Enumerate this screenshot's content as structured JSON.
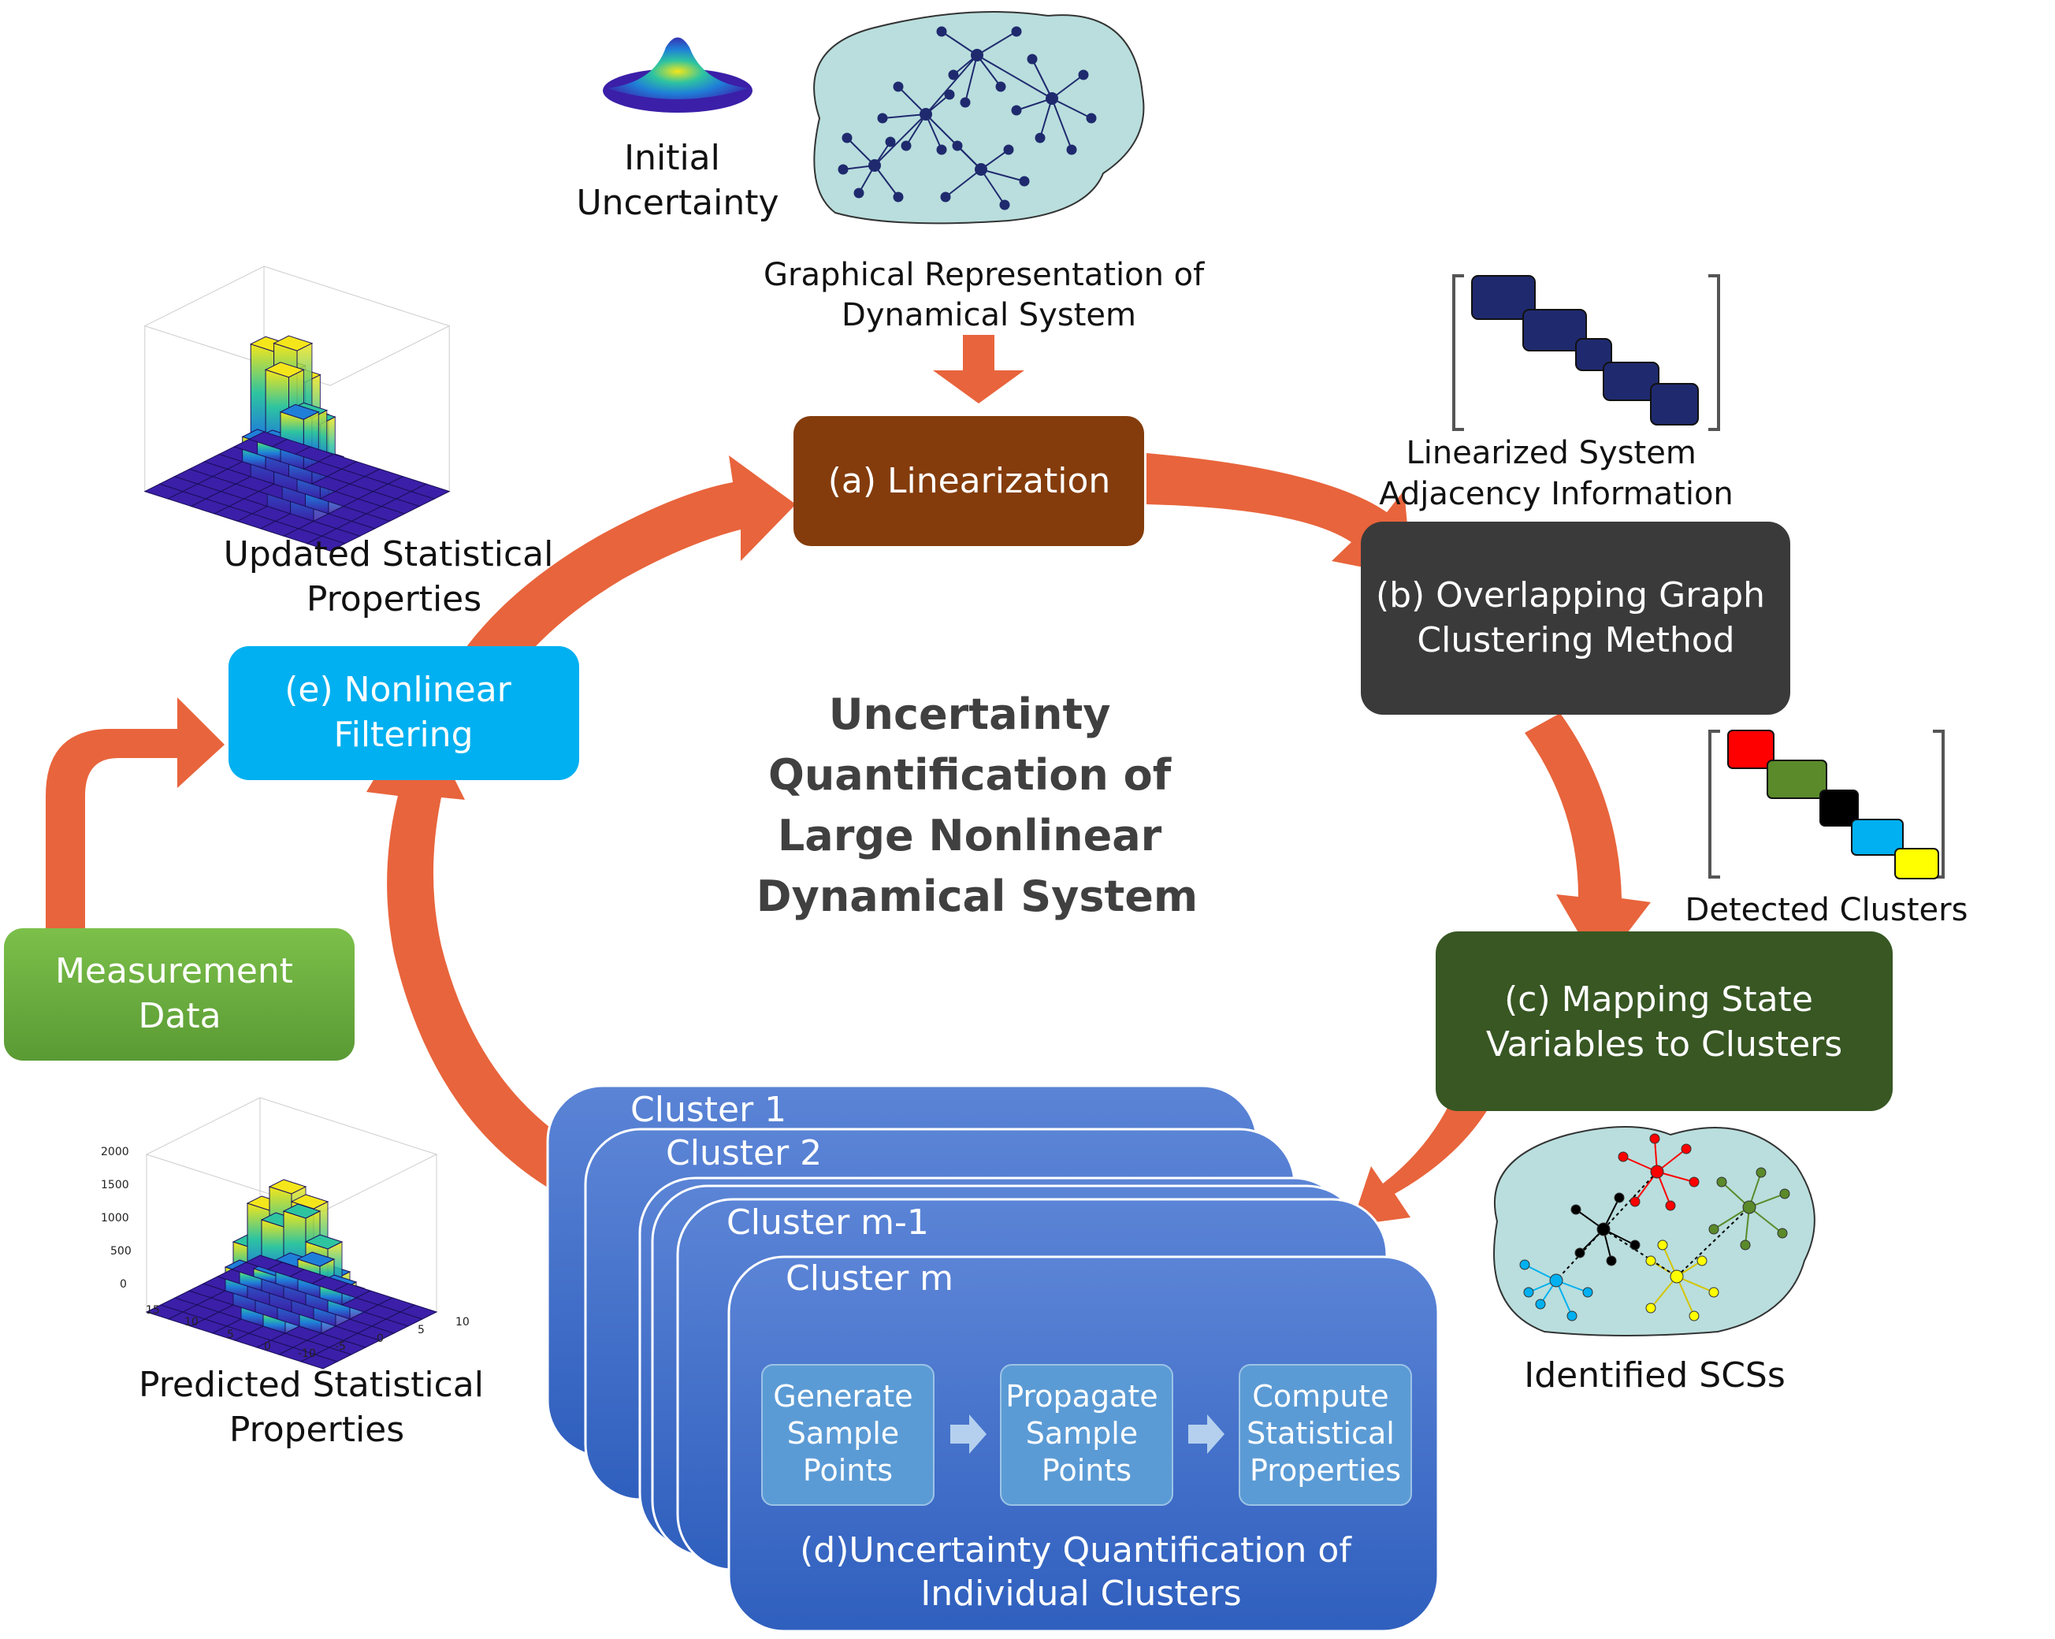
{
  "title": [
    "Uncertainty",
    "Quantification of",
    "Large Nonlinear",
    "Dynamical System"
  ],
  "nodes": {
    "a": [
      "(a) Linearization"
    ],
    "b": [
      "(b) Overlapping Graph",
      "Clustering Method"
    ],
    "c": [
      "(c) Mapping State",
      "Variables to Clusters"
    ],
    "d": [
      "(d)Uncertainty Quantification of",
      "Individual Clusters"
    ],
    "e": [
      "(e) Nonlinear",
      "Filtering"
    ],
    "measurement": [
      "Measurement",
      "Data"
    ]
  },
  "captions": {
    "initial_uncertainty": [
      "Initial",
      "Uncertainty"
    ],
    "graphical_rep": [
      "Graphical Representation of",
      "Dynamical System"
    ],
    "linearized_adjacency": [
      "Linearized System",
      "Adjacency Information"
    ],
    "detected_clusters": [
      "Detected Clusters"
    ],
    "identified_scss": [
      "Identified SCSs"
    ],
    "updated_stats": [
      "Updated Statistical",
      "Properties"
    ],
    "predicted_stats": [
      "Predicted Statistical",
      "Properties"
    ]
  },
  "clusters": [
    "Cluster 1",
    "Cluster 2",
    "Cluster m-1",
    "Cluster m"
  ],
  "steps": [
    [
      "Generate",
      "Sample",
      "Points"
    ],
    [
      "Propagate",
      "Sample",
      "Points"
    ],
    [
      "Compute",
      "Statistical",
      "Properties"
    ]
  ],
  "predicted_axis": {
    "z_ticks": [
      "2000",
      "1500",
      "1000",
      "500",
      "0"
    ],
    "x_ticks": [
      "-10",
      "-5",
      "0",
      "5",
      "10"
    ],
    "y_ticks": [
      "15",
      "10",
      "5",
      "0"
    ]
  },
  "cluster_colors": [
    "#ff0000",
    "#5a8a2a",
    "#000000",
    "#00b0f0",
    "#ffff00"
  ],
  "colors": {
    "arrow": "#e8643c",
    "linearization": "#843c0c",
    "graph_clustering": "#3a3a3a",
    "mapping": "#385723",
    "filtering": "#00b0f0",
    "measurement": "#70ad47",
    "cluster_blue": "#4472c4",
    "adjacency_block": "#1f2a6e"
  }
}
